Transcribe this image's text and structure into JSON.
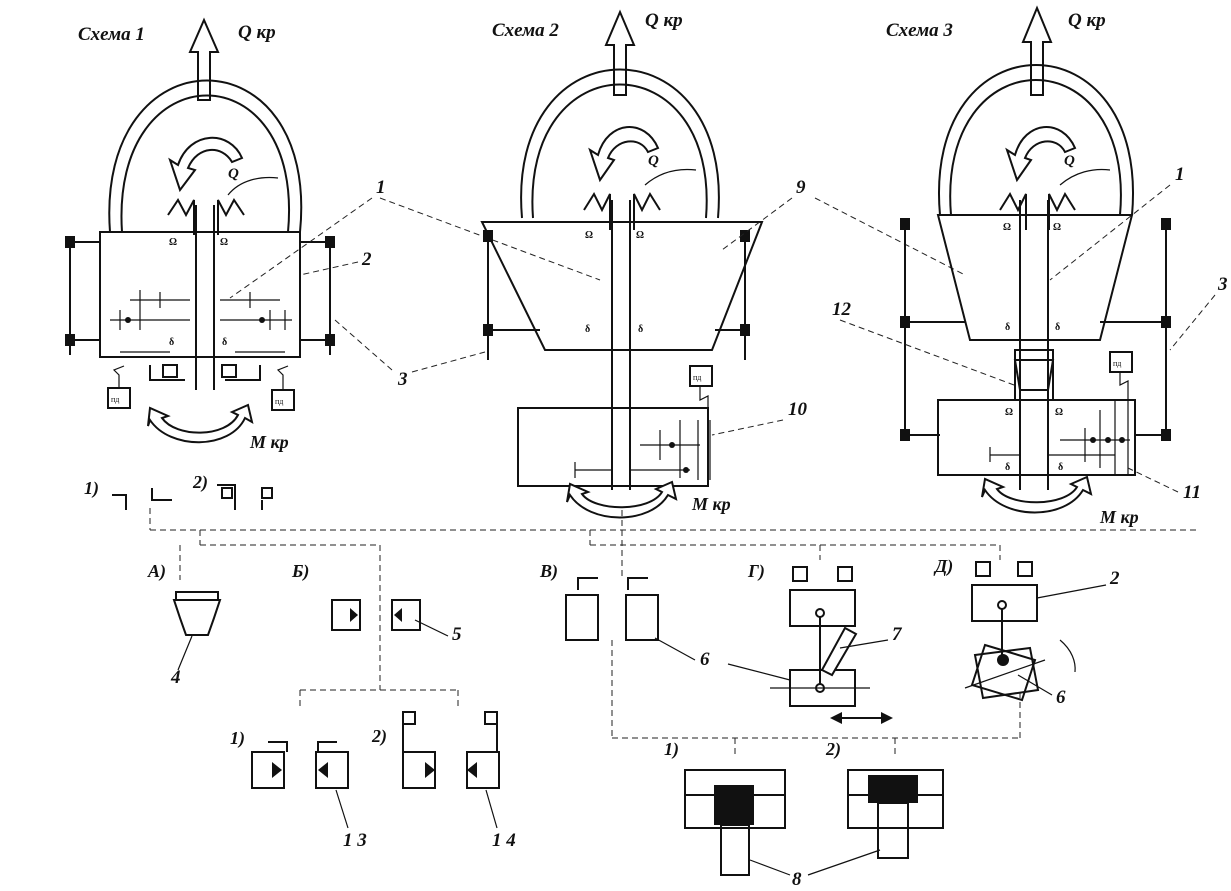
{
  "schemes": [
    {
      "title": "Схема 1",
      "force": "Q кр",
      "moment": "М кр",
      "q": "Q"
    },
    {
      "title": "Схема 2",
      "force": "Q кр",
      "moment": "М кр",
      "q": "Q"
    },
    {
      "title": "Схема 3",
      "force": "Q кр",
      "moment": "М кр",
      "q": "Q"
    }
  ],
  "numbers": {
    "n1": "1",
    "n2": "2",
    "n3": "3",
    "n3b": "3",
    "n4": "4",
    "n5": "5",
    "n6": "6",
    "n6b": "6",
    "n7": "7",
    "n8": "8",
    "n9": "9",
    "n10": "10",
    "n11": "11",
    "n12": "12",
    "n13": "1 3",
    "n14": "1 4",
    "n1b": "1",
    "n2b": "2"
  },
  "variants": {
    "a": "А)",
    "b": "Б)",
    "v": "В)",
    "g": "Г)",
    "d": "Д)",
    "s1": "1)",
    "s2": "2)",
    "bs1": "1)",
    "bs2": "2)",
    "vs1": "1)",
    "vs2": "2)"
  },
  "pd_label": "пд"
}
